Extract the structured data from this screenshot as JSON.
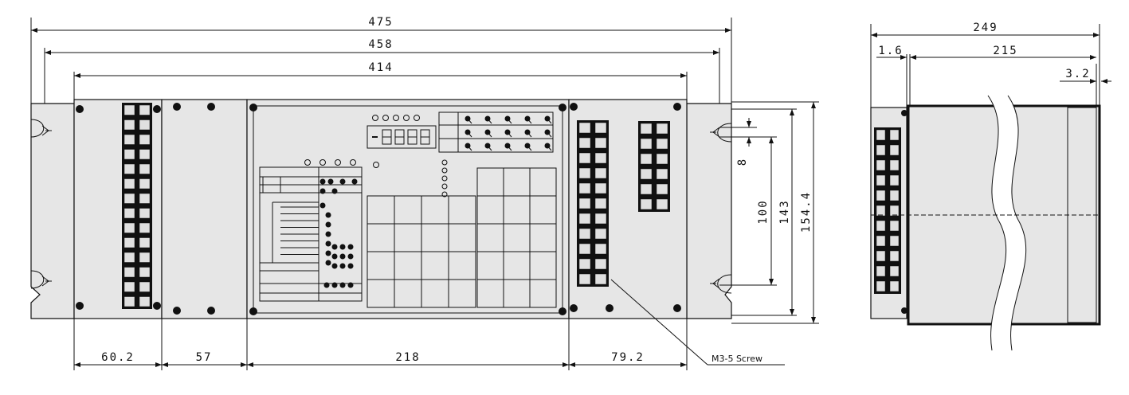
{
  "colors": {
    "panel_fill": "#e6e6e6",
    "line": "#111111",
    "background": "#ffffff"
  },
  "front_view": {
    "top_dims": [
      "475",
      "458",
      "414"
    ],
    "bottom_dims": [
      "60.2",
      "57",
      "218",
      "79.2"
    ],
    "right_dims": [
      "8",
      "100",
      "143",
      "154.4"
    ],
    "screw_label": "M3-5 Screw"
  },
  "side_view": {
    "top_dims": [
      "249",
      "1.6",
      "215",
      "3.2"
    ]
  }
}
